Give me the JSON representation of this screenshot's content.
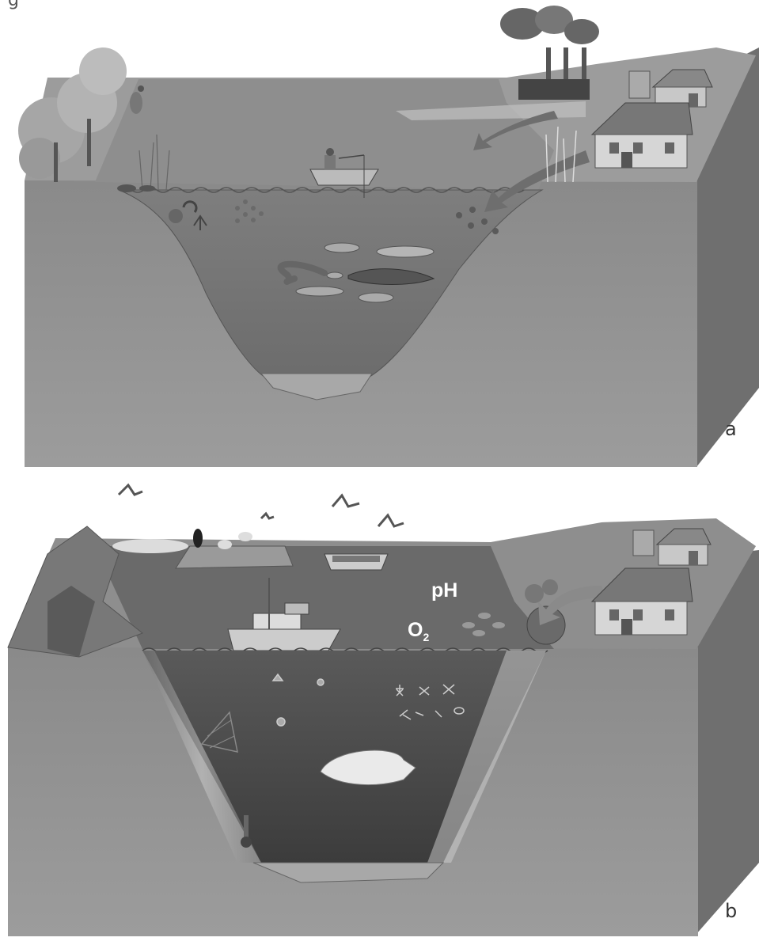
{
  "caption_fragment": "g",
  "panels": [
    {
      "label": "a",
      "description_icons": [
        "trees-icon",
        "bird-icon",
        "fisherman-boat-icon",
        "fish-icon",
        "eel-icon",
        "sturgeon-icon",
        "factory-smoke-icon",
        "farm-barn-icon",
        "house-icon",
        "runoff-arrow-icon"
      ]
    },
    {
      "label": "b",
      "description_icons": [
        "seabird-icon",
        "puffin-icon",
        "ice-floe-icon",
        "fishing-trawler-icon",
        "net-icon",
        "boat-icon",
        "dead-whale-icon",
        "plankton-icon",
        "thermometer-icon",
        "shellfish-icon",
        "farm-barn-icon",
        "house-icon",
        "runoff-arrow-icon"
      ]
    }
  ],
  "indicators": {
    "ph": "pH",
    "o2_main": "O",
    "o2_sub": "2"
  },
  "colors": {
    "ground_top": "#9a9a9a",
    "ground_side": "#888888",
    "ground_right": "#6e6e6e",
    "water_surface_a": "#8c8c8c",
    "water_body_a": "#7a7a7a",
    "water_deep_b": "#4a4a4a"
  }
}
